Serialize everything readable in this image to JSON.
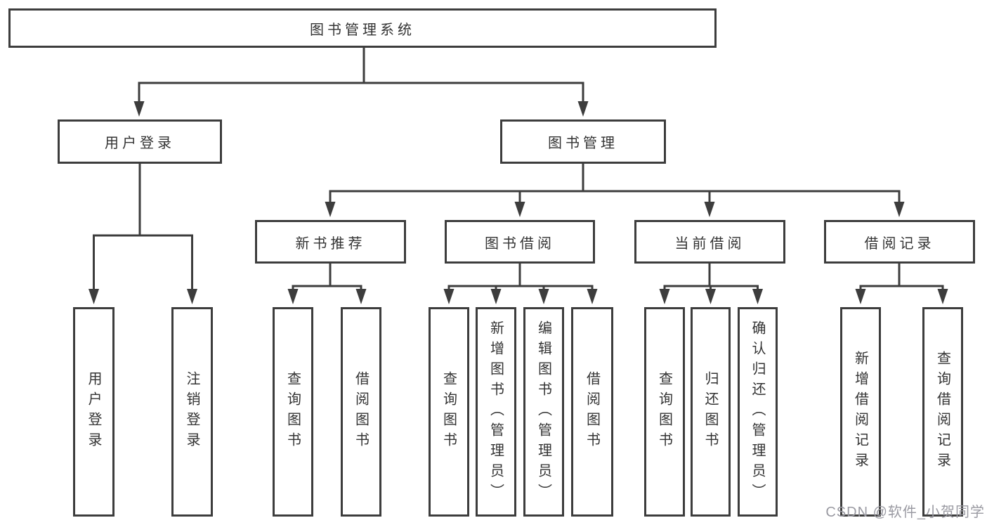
{
  "colors": {
    "line": "#3d3d3d",
    "box_border": "#3d3d3d",
    "text": "#333333",
    "background": "#ffffff",
    "watermark": "#9a9aa2"
  },
  "diagram": {
    "root": {
      "label": "图书管理系统"
    },
    "level2": [
      {
        "label": "用户登录"
      },
      {
        "label": "图书管理"
      }
    ],
    "level3": [
      {
        "label": "新书推荐"
      },
      {
        "label": "图书借阅"
      },
      {
        "label": "当前借阅"
      },
      {
        "label": "借阅记录"
      }
    ],
    "leaves": [
      {
        "group": "用户登录",
        "label": "用户登录"
      },
      {
        "group": "用户登录",
        "label": "注销登录"
      },
      {
        "group": "新书推荐",
        "label": "查询图书"
      },
      {
        "group": "新书推荐",
        "label": "借阅图书"
      },
      {
        "group": "图书借阅",
        "label": "查询图书"
      },
      {
        "group": "图书借阅",
        "label": "新增图书（管理员）"
      },
      {
        "group": "图书借阅",
        "label": "编辑图书（管理员）"
      },
      {
        "group": "图书借阅",
        "label": "借阅图书"
      },
      {
        "group": "当前借阅",
        "label": "查询图书"
      },
      {
        "group": "当前借阅",
        "label": "归还图书"
      },
      {
        "group": "当前借阅",
        "label": "确认归还（管理员）"
      },
      {
        "group": "借阅记录",
        "label": "新增借阅记录"
      },
      {
        "group": "借阅记录",
        "label": "查询借阅记录"
      }
    ]
  },
  "watermark": {
    "text": "CSDN @软件_小贺同学"
  }
}
